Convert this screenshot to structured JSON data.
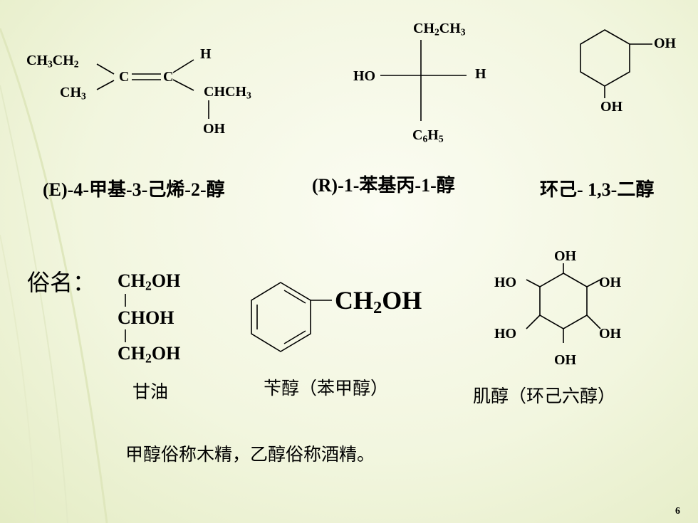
{
  "structures": {
    "s1": {
      "ch3ch2": [
        "CH",
        "3",
        "CH",
        "2"
      ],
      "ch3": [
        "CH",
        "3"
      ],
      "c1": "C",
      "c2": "C",
      "h": "H",
      "chch3": [
        "CHCH",
        "3"
      ],
      "oh": "OH",
      "name": "(E)-4-甲基-3-己烯-2-醇"
    },
    "s2": {
      "top": [
        "CH",
        "2",
        "CH",
        "3"
      ],
      "ho": "HO",
      "h": "H",
      "bottom": [
        "C",
        "6",
        "H",
        "5"
      ],
      "name": "(R)-1-苯基丙-1-醇"
    },
    "s3": {
      "oh_top": "OH",
      "oh_bottom": "OH",
      "name": "环己- 1,3-二醇"
    }
  },
  "common_names_label": "俗名：",
  "glycerol": {
    "line1": [
      "CH",
      "2",
      "OH"
    ],
    "line2": "CHOH",
    "line3": [
      "CH",
      "2",
      "OH"
    ],
    "name": "甘油"
  },
  "benzyl": {
    "formula": [
      "CH",
      "2",
      "OH"
    ],
    "name": "苄醇（苯甲醇）"
  },
  "inositol": {
    "oh_top": "OH",
    "ho_ul": "HO",
    "oh_ur": "OH",
    "ho_ll": "HO",
    "oh_lr": "OH",
    "oh_bottom": "OH",
    "name": "肌醇（环己六醇）"
  },
  "footnote": "甲醇俗称木精，乙醇俗称酒精。",
  "page_number": "6"
}
